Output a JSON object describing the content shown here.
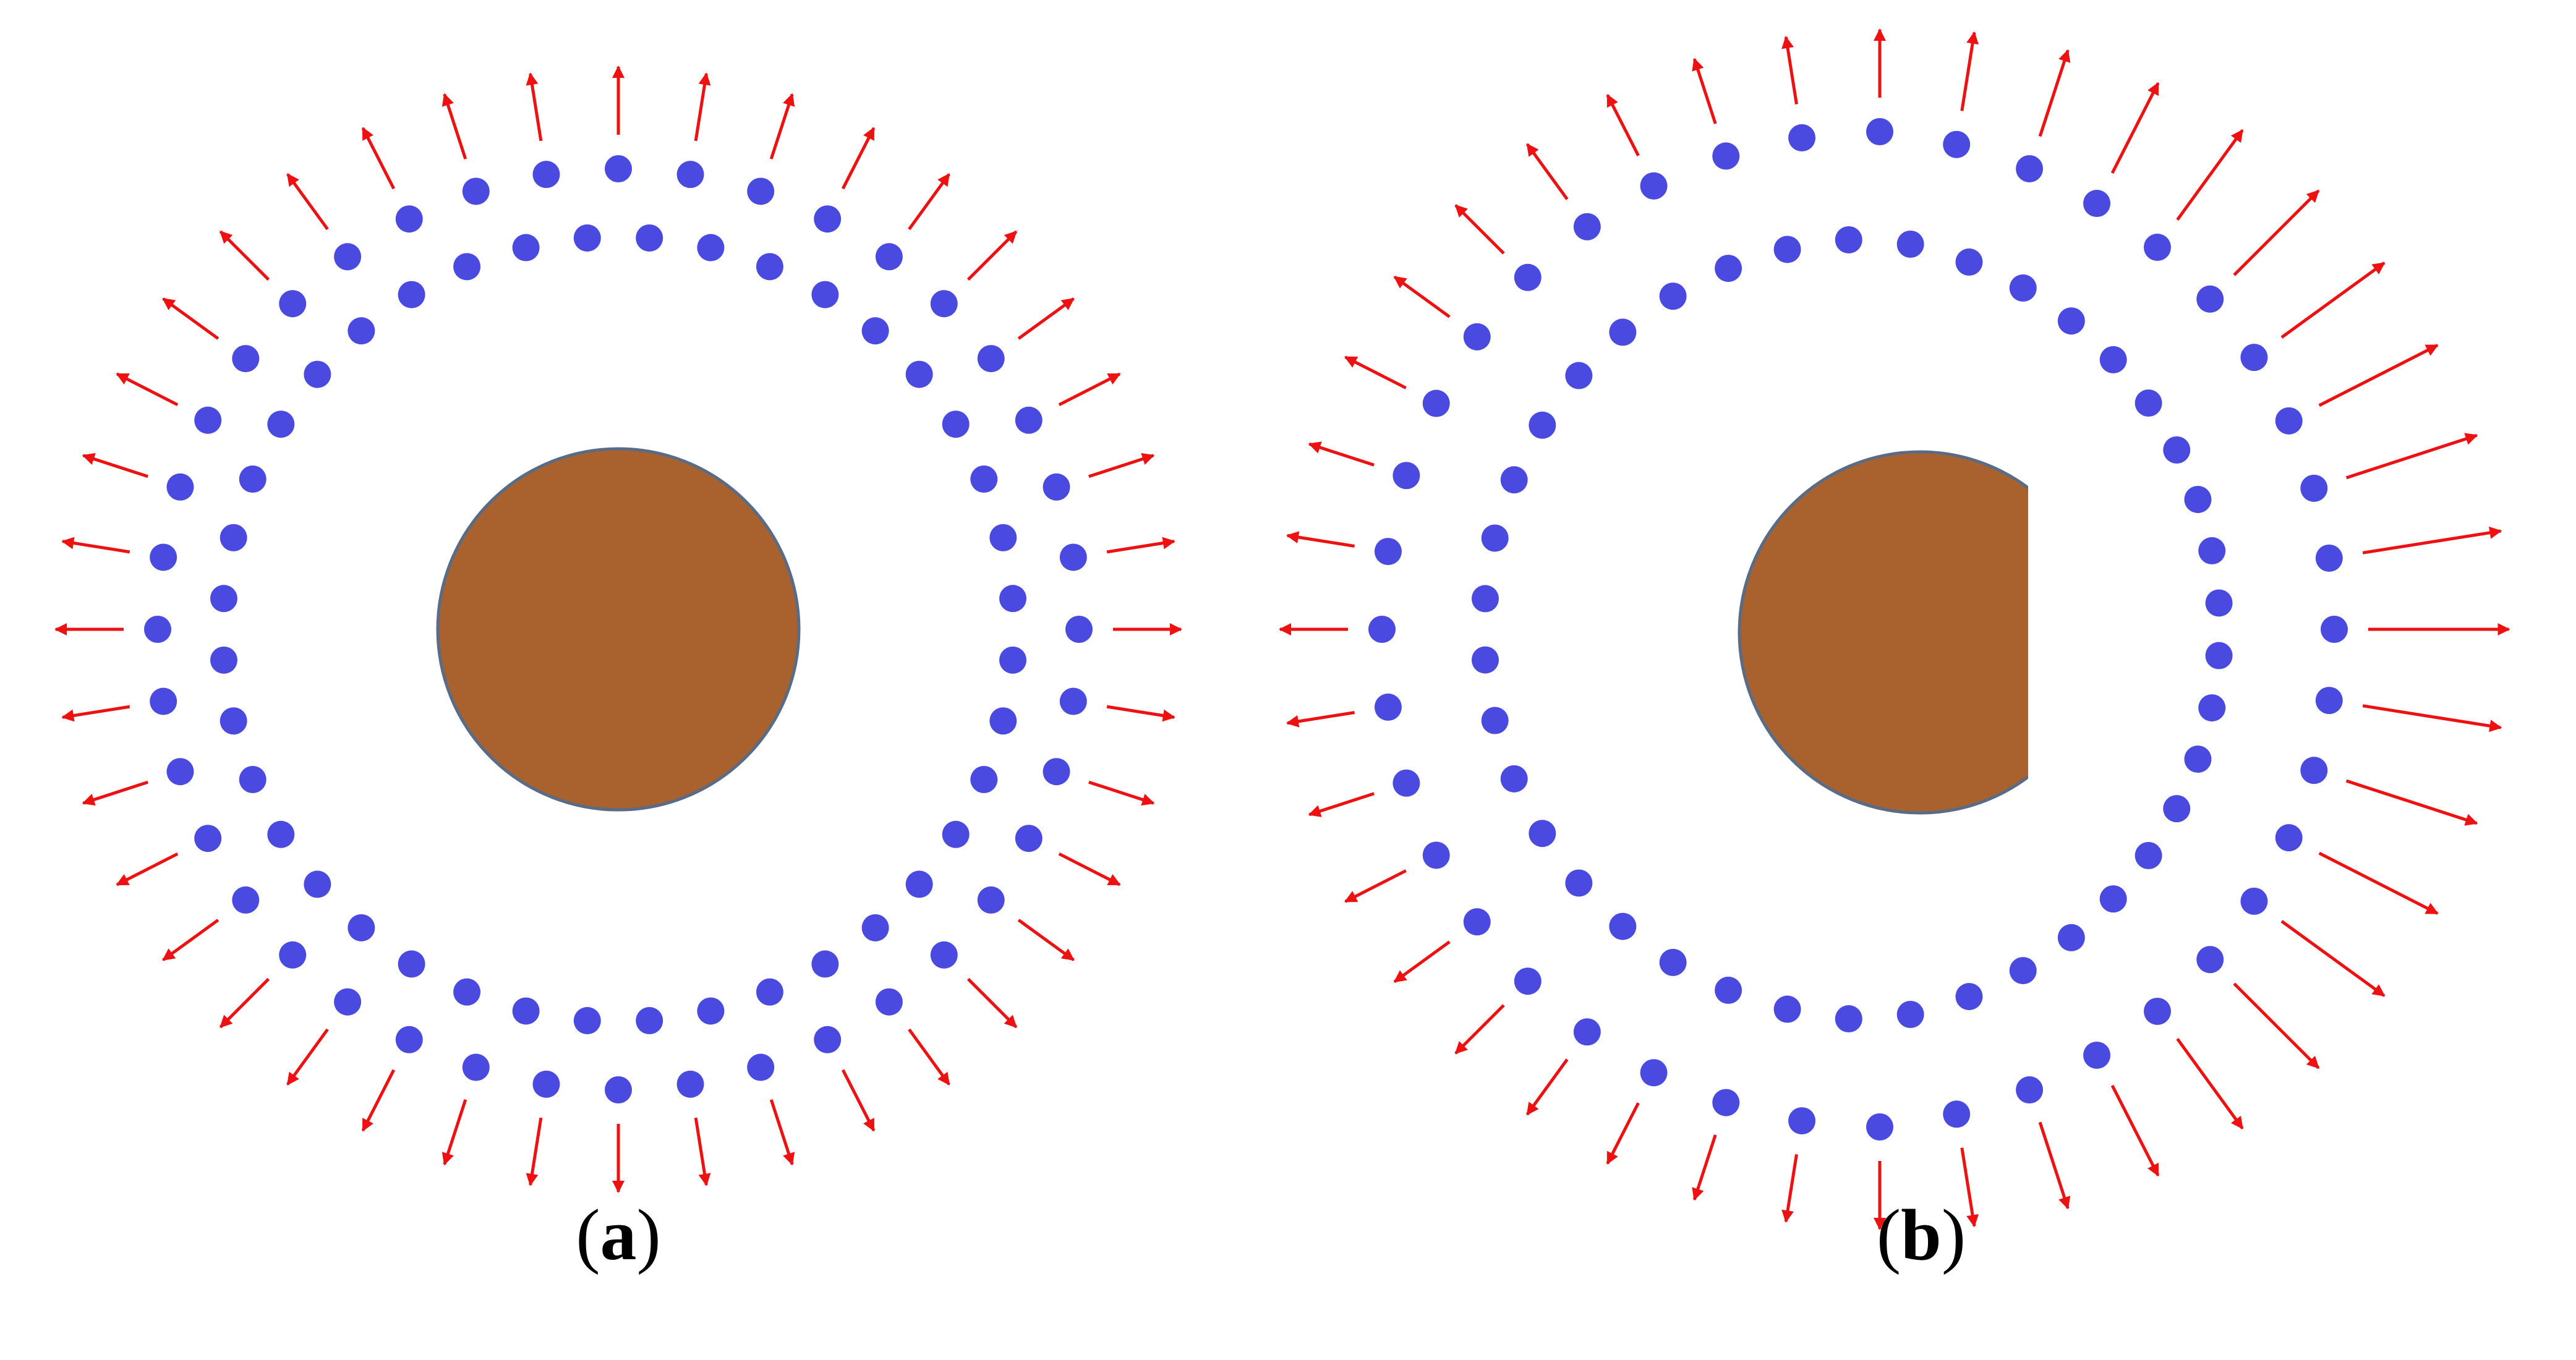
{
  "panels": [
    {
      "id": "a",
      "label_open": "(",
      "letter": "a",
      "label_close": ")"
    },
    {
      "id": "b",
      "label_open": "(",
      "letter": "b",
      "label_close": ")"
    }
  ],
  "colors": {
    "particle": "#4a4ae0",
    "arrow": "#ee1111",
    "core_fill": "#a9622d",
    "core_stroke": "#5a6b86",
    "background": "#ffffff"
  }
}
